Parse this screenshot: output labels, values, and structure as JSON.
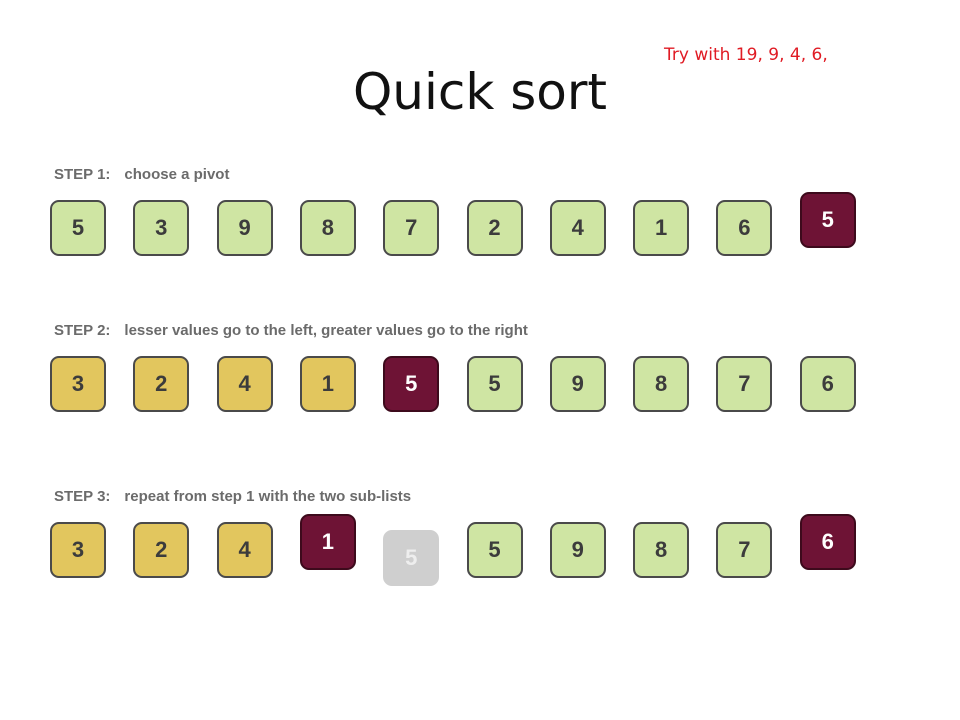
{
  "title": "Quick sort",
  "note": "Try with 19, 9, 4, 6,",
  "steps": [
    {
      "label": "STEP 1:",
      "description": "choose a pivot",
      "boxes": [
        {
          "value": "5",
          "kind": "normal"
        },
        {
          "value": "3",
          "kind": "normal"
        },
        {
          "value": "9",
          "kind": "normal"
        },
        {
          "value": "8",
          "kind": "normal"
        },
        {
          "value": "7",
          "kind": "normal"
        },
        {
          "value": "2",
          "kind": "normal"
        },
        {
          "value": "4",
          "kind": "normal"
        },
        {
          "value": "1",
          "kind": "normal"
        },
        {
          "value": "6",
          "kind": "normal"
        },
        {
          "value": "5",
          "kind": "pivot"
        }
      ]
    },
    {
      "label": "STEP 2:",
      "description": "lesser values go to the left, greater values go to the right",
      "boxes": [
        {
          "value": "3",
          "kind": "lesser"
        },
        {
          "value": "2",
          "kind": "lesser"
        },
        {
          "value": "4",
          "kind": "lesser"
        },
        {
          "value": "1",
          "kind": "lesser"
        },
        {
          "value": "5",
          "kind": "pivot"
        },
        {
          "value": "5",
          "kind": "normal"
        },
        {
          "value": "9",
          "kind": "normal"
        },
        {
          "value": "8",
          "kind": "normal"
        },
        {
          "value": "7",
          "kind": "normal"
        },
        {
          "value": "6",
          "kind": "normal"
        }
      ]
    },
    {
      "label": "STEP 3:",
      "description": "repeat from step 1 with the two sub-lists",
      "boxes": [
        {
          "value": "3",
          "kind": "lesser"
        },
        {
          "value": "2",
          "kind": "lesser"
        },
        {
          "value": "4",
          "kind": "lesser"
        },
        {
          "value": "1",
          "kind": "pivot"
        },
        {
          "value": "5",
          "kind": "placed"
        },
        {
          "value": "5",
          "kind": "normal"
        },
        {
          "value": "9",
          "kind": "normal"
        },
        {
          "value": "8",
          "kind": "normal"
        },
        {
          "value": "7",
          "kind": "normal"
        },
        {
          "value": "6",
          "kind": "pivot"
        }
      ]
    }
  ],
  "colors": {
    "normal": "#cfe5a3",
    "lesser": "#e2c65e",
    "pivot": "#6e1335",
    "placed": "#cfcfcf",
    "note": "#e01b24"
  }
}
